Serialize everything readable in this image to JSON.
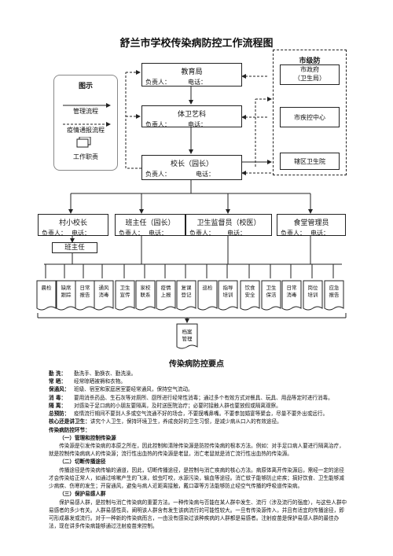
{
  "title": "舒兰市学校传染病防控工作流程图",
  "legend": {
    "heading": "图示",
    "items": [
      "管理流程",
      "疫情通报流程",
      "工作职责"
    ]
  },
  "city": {
    "heading": "市级防",
    "boxes": [
      {
        "line1": "市政府",
        "line2": "（卫生局）"
      },
      {
        "line1": "市疾控中心",
        "line2": ""
      },
      {
        "line1": "辖区卫生院",
        "line2": ""
      }
    ]
  },
  "main_boxes": [
    {
      "id": "edu",
      "name": "教育局",
      "resp": "负责人：",
      "phone": "电话："
    },
    {
      "id": "pe",
      "name": "体卫艺科",
      "resp": "负责人：",
      "phone": "电话："
    },
    {
      "id": "principal",
      "name": "校长（园长）",
      "resp": "负责人：",
      "phone": "电话："
    }
  ],
  "second_tier": [
    {
      "id": "village",
      "name": "村小校长",
      "resp": "负责人：",
      "phone": "电话："
    },
    {
      "id": "class",
      "name": "班主任（园长）",
      "resp": "负责人：",
      "phone": "电话："
    },
    {
      "id": "health",
      "name": "卫生监督员（校医）",
      "resp": "负责人：",
      "phone": "电话："
    },
    {
      "id": "canteen",
      "name": "食堂管理员",
      "resp": "负责人：",
      "phone": "电话："
    }
  ],
  "teacher": "班主任",
  "docs": [
    "晨检",
    "缺席\n跟踪",
    "日常\n报告",
    "通风\n消毒",
    "卫生\n宣传",
    "家校\n联系",
    "疫情\n上报",
    "复课\n登记",
    "巡检",
    "指导\n培训",
    "饮食\n安全",
    "卫生\n保洁",
    "日常\n消毒",
    "岗位\n培训",
    "应急\n报告"
  ],
  "archive": "档案\n管理",
  "section_title": "传染病防控要点",
  "points": [
    {
      "k": "勤  洗：",
      "v": "勤洗手、勤换衣、勤洗澡。"
    },
    {
      "k": "常  晒：",
      "v": "经常晾晒被褥和衣物。"
    },
    {
      "k": "保通风：",
      "v": "班级、宿室和家庭居室要经常通风，保持空气流动。"
    },
    {
      "k": "消  毒：",
      "v": "要用消杀药品、生石灰等对厕所、厨所进行经常性消毒；通过多个有效方式对餐具、玩具、用品等定时进行消毒。"
    },
    {
      "k": "隔  离：",
      "v": "对感染于足口病的小朋友要隔离，及时送医院治疗；必要时接触人群也要放假或隔离观察。"
    },
    {
      "k": "总预防：",
      "v": "疫情流行期间不要到人多或空气流通不好的场合，不要摸嘴鼻嘴。不要参加婚宴等聚会，尽量不要外出或远行。"
    },
    {
      "k": "核心还是讲卫生：",
      "v": "讲究个人卫生，保持环境卫生，养成良好的卫生习惯，是减少病从口入的有效途径。"
    }
  ],
  "principles_title": "传染病防控环节：",
  "principles": [
    {
      "h": "（一）管理和控制传染源",
      "t": "传染源是引发传染病的本原之所在，因此控制和清除传染源是防控传染病的根本方法。例如：对手足口病人要进行隔离治疗，就是控制传染病病人的传染源；流行性出血热的传染源是老鼠，消亡老鼠就是消亡流行性出血热的传染源。"
    },
    {
      "h": "（二）切断传播途径",
      "t": "传播途径是传染病传输的通道，因此，切断传播途径，是控制与消亡疾病的核心方法。病原体离开传染源后，需经一定的途径才会传染给正常人，如通过咳嗽产生的飞沫，蚊虫叮咬，水源污染，输血等途径。消亡蚊子能够防止疟疾；搞好饮食、卫生能够减少病疾、伤寒的发生；开窗通风，避免与病人近距离接触，戴口罩等方法能够防止经空气传播的呼吸道传染病。"
    },
    {
      "h": "（三）保护易感人群",
      "t": "保护易感人群，是控制与消亡传染病的重要方法。一种传染病与否能在某人群中发生、流行（涉及流行的强度），与这些人群中易感者的多少有关。人群易感性高，阐明该人群含有发生该病流行的可能性较大。一旦有传染源传入，并且有适宜的传播途径，即可形成暴发或流行。对于一种新的传染病而言，一由没有感染过该种疾病的人群都是易感者。注射疫苗是保护易感人群的最佳办法，现在讲多传染病能够通过注射疫苗来控制。"
    }
  ]
}
